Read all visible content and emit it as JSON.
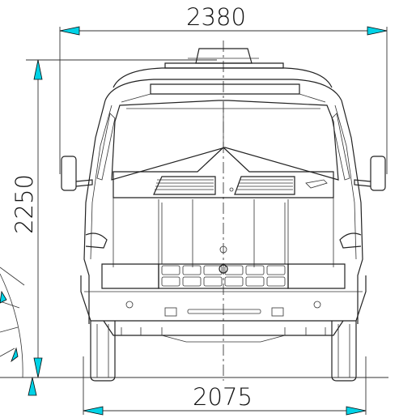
{
  "dimensions": {
    "overall_width": "2380",
    "height": "2250",
    "track_width": "2075"
  },
  "colors": {
    "line": "#222222",
    "arrow_fill": "#00d2e6",
    "background": "#ffffff"
  }
}
